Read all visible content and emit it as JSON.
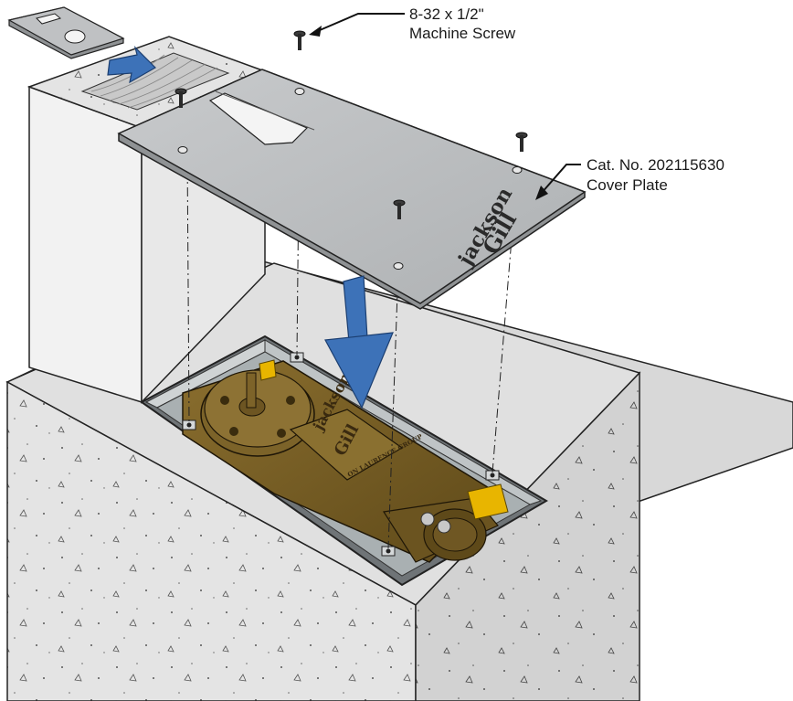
{
  "callouts": {
    "screw": {
      "line1": "8-32 x 1/2\"",
      "line2": "Machine Screw"
    },
    "plate": {
      "line1": "Cat. No. 202115630",
      "line2": "Cover Plate"
    }
  },
  "brand": {
    "top": "jackson",
    "bottom": "Gill",
    "stamp": "ON LAURENCE GROUP"
  },
  "colors": {
    "arrow_blue": "#3d72b8",
    "concrete": "#e6e6e6",
    "concrete_side": "#cfcfcf",
    "plate": "#b9bcbe",
    "closer_body": "#7a6128",
    "bracket_yellow": "#e8b500"
  }
}
